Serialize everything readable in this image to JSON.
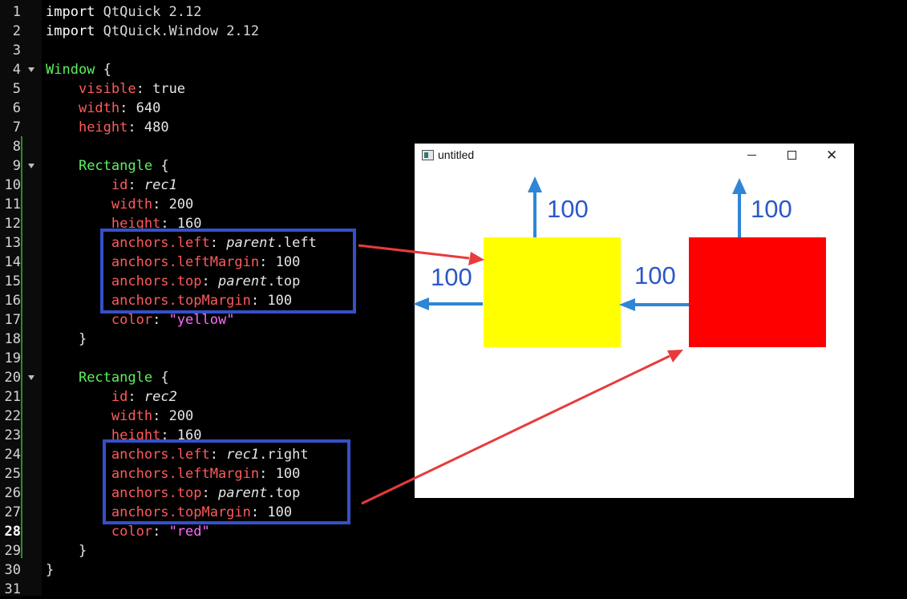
{
  "editor": {
    "lines": [
      {
        "num": "1",
        "parts": [
          [
            "kw",
            "import"
          ],
          [
            "mod",
            " QtQuick"
          ],
          [
            "ver",
            " 2.12"
          ]
        ]
      },
      {
        "num": "2",
        "parts": [
          [
            "kw",
            "import"
          ],
          [
            "mod",
            " QtQuick.Window"
          ],
          [
            "ver",
            " 2.12"
          ]
        ]
      },
      {
        "num": "3",
        "parts": []
      },
      {
        "num": "4",
        "fold": true,
        "parts": [
          [
            "type",
            "Window"
          ],
          [
            "punct",
            " {"
          ]
        ]
      },
      {
        "num": "5",
        "parts": [
          [
            "val",
            "    "
          ],
          [
            "prop",
            "visible"
          ],
          [
            "punct",
            ": "
          ],
          [
            "val",
            "true"
          ]
        ]
      },
      {
        "num": "6",
        "parts": [
          [
            "val",
            "    "
          ],
          [
            "prop",
            "width"
          ],
          [
            "punct",
            ": "
          ],
          [
            "val",
            "640"
          ]
        ]
      },
      {
        "num": "7",
        "parts": [
          [
            "val",
            "    "
          ],
          [
            "prop",
            "height"
          ],
          [
            "punct",
            ": "
          ],
          [
            "val",
            "480"
          ]
        ]
      },
      {
        "num": "8",
        "parts": []
      },
      {
        "num": "9",
        "fold": true,
        "parts": [
          [
            "val",
            "    "
          ],
          [
            "type",
            "Rectangle"
          ],
          [
            "punct",
            " {"
          ]
        ]
      },
      {
        "num": "10",
        "parts": [
          [
            "val",
            "        "
          ],
          [
            "prop",
            "id"
          ],
          [
            "punct",
            ": "
          ],
          [
            "ital",
            "rec1"
          ]
        ]
      },
      {
        "num": "11",
        "parts": [
          [
            "val",
            "        "
          ],
          [
            "prop",
            "width"
          ],
          [
            "punct",
            ": "
          ],
          [
            "val",
            "200"
          ]
        ]
      },
      {
        "num": "12",
        "parts": [
          [
            "val",
            "        "
          ],
          [
            "prop",
            "height"
          ],
          [
            "punct",
            ": "
          ],
          [
            "val",
            "160"
          ]
        ]
      },
      {
        "num": "13",
        "parts": [
          [
            "val",
            "        "
          ],
          [
            "prop",
            "anchors.left"
          ],
          [
            "punct",
            ": "
          ],
          [
            "ital",
            "parent"
          ],
          [
            "val",
            ".left"
          ]
        ]
      },
      {
        "num": "14",
        "parts": [
          [
            "val",
            "        "
          ],
          [
            "prop",
            "anchors.leftMargin"
          ],
          [
            "punct",
            ": "
          ],
          [
            "val",
            "100"
          ]
        ]
      },
      {
        "num": "15",
        "parts": [
          [
            "val",
            "        "
          ],
          [
            "prop",
            "anchors.top"
          ],
          [
            "punct",
            ": "
          ],
          [
            "ital",
            "parent"
          ],
          [
            "val",
            ".top"
          ]
        ]
      },
      {
        "num": "16",
        "parts": [
          [
            "val",
            "        "
          ],
          [
            "prop",
            "anchors.topMargin"
          ],
          [
            "punct",
            ": "
          ],
          [
            "val",
            "100"
          ]
        ]
      },
      {
        "num": "17",
        "parts": [
          [
            "val",
            "        "
          ],
          [
            "prop",
            "color"
          ],
          [
            "punct",
            ": "
          ],
          [
            "str",
            "\"yellow\""
          ]
        ]
      },
      {
        "num": "18",
        "parts": [
          [
            "val",
            "    "
          ],
          [
            "punct",
            "}"
          ]
        ]
      },
      {
        "num": "19",
        "parts": []
      },
      {
        "num": "20",
        "fold": true,
        "parts": [
          [
            "val",
            "    "
          ],
          [
            "type",
            "Rectangle"
          ],
          [
            "punct",
            " {"
          ]
        ]
      },
      {
        "num": "21",
        "parts": [
          [
            "val",
            "        "
          ],
          [
            "prop",
            "id"
          ],
          [
            "punct",
            ": "
          ],
          [
            "ital",
            "rec2"
          ]
        ]
      },
      {
        "num": "22",
        "parts": [
          [
            "val",
            "        "
          ],
          [
            "prop",
            "width"
          ],
          [
            "punct",
            ": "
          ],
          [
            "val",
            "200"
          ]
        ]
      },
      {
        "num": "23",
        "parts": [
          [
            "val",
            "        "
          ],
          [
            "prop",
            "height"
          ],
          [
            "punct",
            ": "
          ],
          [
            "val",
            "160"
          ]
        ]
      },
      {
        "num": "24",
        "parts": [
          [
            "val",
            "        "
          ],
          [
            "prop",
            "anchors.left"
          ],
          [
            "punct",
            ": "
          ],
          [
            "ital",
            "rec1"
          ],
          [
            "val",
            ".right"
          ]
        ]
      },
      {
        "num": "25",
        "parts": [
          [
            "val",
            "        "
          ],
          [
            "prop",
            "anchors.leftMargin"
          ],
          [
            "punct",
            ": "
          ],
          [
            "val",
            "100"
          ]
        ]
      },
      {
        "num": "26",
        "parts": [
          [
            "val",
            "        "
          ],
          [
            "prop",
            "anchors.top"
          ],
          [
            "punct",
            ": "
          ],
          [
            "ital",
            "parent"
          ],
          [
            "val",
            ".top"
          ]
        ]
      },
      {
        "num": "27",
        "parts": [
          [
            "val",
            "        "
          ],
          [
            "prop",
            "anchors.topMargin"
          ],
          [
            "punct",
            ": "
          ],
          [
            "val",
            "100"
          ]
        ]
      },
      {
        "num": "28",
        "active": true,
        "parts": [
          [
            "val",
            "        "
          ],
          [
            "prop",
            "color"
          ],
          [
            "punct",
            ": "
          ],
          [
            "str",
            "\"red\""
          ]
        ]
      },
      {
        "num": "29",
        "parts": [
          [
            "val",
            "    "
          ],
          [
            "punct",
            "}"
          ]
        ]
      },
      {
        "num": "30",
        "parts": [
          [
            "punct",
            "}"
          ]
        ]
      },
      {
        "num": "31",
        "parts": []
      }
    ]
  },
  "preview_window": {
    "title": "untitled",
    "controls": {
      "minimize": "minimize-icon",
      "maximize": "maximize-icon",
      "close": "close-icon"
    },
    "close_glyph": "✕"
  },
  "annotations": {
    "rec1_top_margin": "100",
    "rec2_top_margin": "100",
    "rec1_left_margin": "100",
    "rec2_left_margin": "100"
  },
  "colors": {
    "highlight_box": "#3550c8",
    "arrow_red": "#e83b3b",
    "arrow_blue": "#2f86d6",
    "rect_yellow": "#ffff00",
    "rect_red": "#ff0000"
  }
}
